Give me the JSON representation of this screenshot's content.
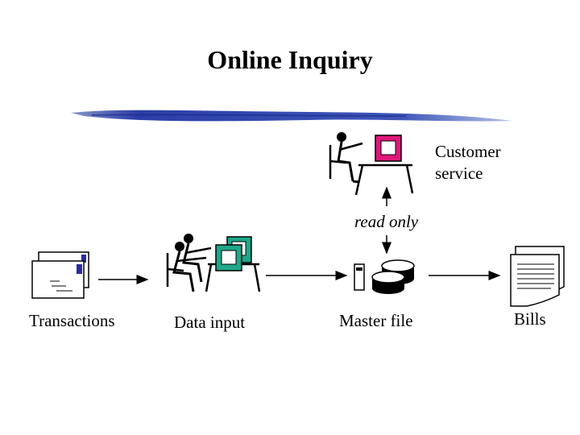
{
  "title": "Online Inquiry",
  "nodes": {
    "customer_service": {
      "line1": "Customer",
      "line2": "service"
    },
    "transactions": "Transactions",
    "data_input": "Data input",
    "master_file": "Master file",
    "bills": "Bills"
  },
  "edges": {
    "read_only": "read only"
  },
  "colors": {
    "brush": "#2b3fa8",
    "terminal_pink": "#e0187a",
    "terminal_green": "#1ea889",
    "terminal_blue": "#2a2aa0"
  }
}
